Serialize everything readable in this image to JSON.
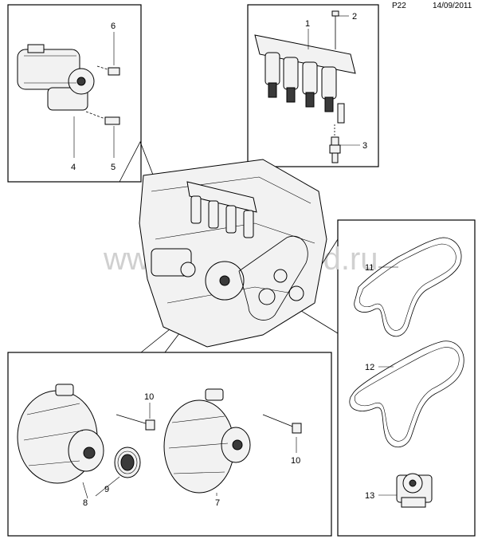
{
  "header": {
    "page": "P22",
    "date": "14/09/2011"
  },
  "watermark": "www.carparts-ed.ru",
  "callouts": {
    "n1": "1",
    "n2": "2",
    "n3": "3",
    "n4": "4",
    "n5": "5",
    "n6": "6",
    "n7": "7",
    "n8": "8",
    "n9": "9",
    "n10a": "10",
    "n10b": "10",
    "n11": "11",
    "n12": "12",
    "n13": "13"
  }
}
